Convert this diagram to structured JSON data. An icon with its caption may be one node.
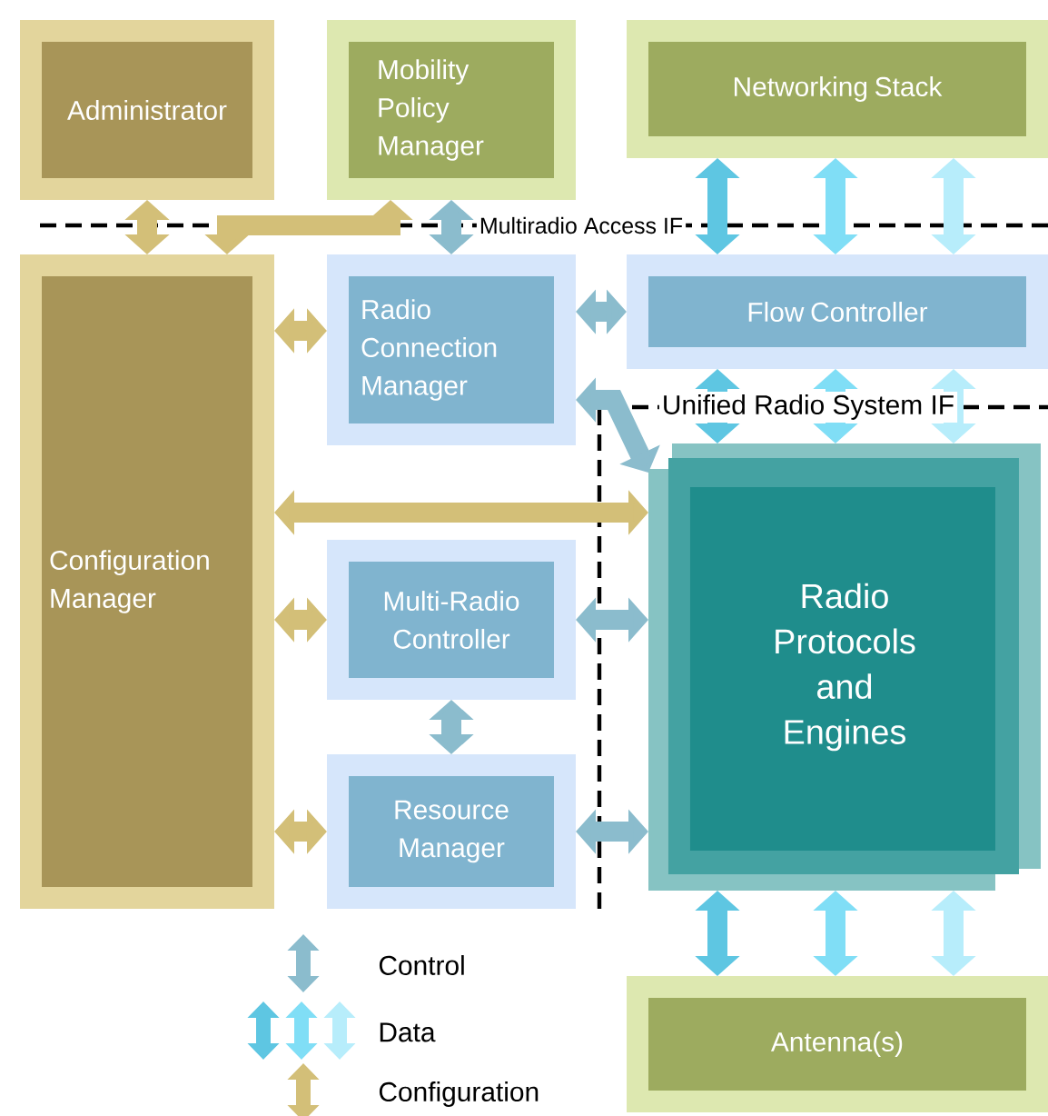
{
  "diagram": {
    "nodes": [
      {
        "text": [
          "Administrator"
        ]
      },
      {
        "text": [
          "Mobility Policy Manager"
        ]
      },
      {
        "text": [
          "Networking Stack"
        ]
      },
      {
        "text": [
          "Configuration Manager"
        ]
      },
      {
        "text": [
          "Radio Connection Manager"
        ]
      },
      {
        "text": [
          "Flow Controller"
        ]
      },
      {
        "text": [
          "Multi-Radio Controller"
        ]
      },
      {
        "text": [
          "Resource Manager"
        ]
      },
      {
        "text": [
          "Radio Protocols and Engines"
        ]
      },
      {
        "text": [
          "Antenna(s)"
        ]
      }
    ],
    "edges": [
      {
        "from": 0,
        "to": 3,
        "arrow": "both",
        "color": "#d3bf78"
      },
      {
        "from": 1,
        "to": 3,
        "arrow": "both",
        "color": "#d3bf78"
      },
      {
        "from": 1,
        "to": 4,
        "arrow": "both",
        "color": "#8bbccd"
      },
      {
        "from": 2,
        "to": 5,
        "arrow": "both",
        "color": "#5ec6e2"
      },
      {
        "from": 2,
        "to": 5,
        "arrow": "both",
        "color": "#80def6"
      },
      {
        "from": 2,
        "to": 5,
        "arrow": "both",
        "color": "#b7edfb"
      },
      {
        "from": 3,
        "to": 4,
        "arrow": "both",
        "color": "#d3bf78"
      },
      {
        "from": 4,
        "to": 5,
        "arrow": "both",
        "color": "#8bbccd"
      },
      {
        "from": 4,
        "to": 8,
        "arrow": "both",
        "color": "#8bbccd"
      },
      {
        "from": 5,
        "to": 8,
        "arrow": "both",
        "color": "#5ec6e2"
      },
      {
        "from": 5,
        "to": 8,
        "arrow": "both",
        "color": "#80def6"
      },
      {
        "from": 5,
        "to": 8,
        "arrow": "both",
        "color": "#b7edfb"
      },
      {
        "from": 3,
        "to": 8,
        "arrow": "both",
        "color": "#d3bf78"
      },
      {
        "from": 3,
        "to": 6,
        "arrow": "both",
        "color": "#d3bf78"
      },
      {
        "from": 6,
        "to": 8,
        "arrow": "both",
        "color": "#8bbccd"
      },
      {
        "from": 6,
        "to": 7,
        "arrow": "both",
        "color": "#8bbccd"
      },
      {
        "from": 3,
        "to": 7,
        "arrow": "both",
        "color": "#d3bf78"
      },
      {
        "from": 7,
        "to": 8,
        "arrow": "both",
        "color": "#8bbccd"
      },
      {
        "from": 8,
        "to": 9,
        "arrow": "both",
        "color": "#5ec6e2"
      },
      {
        "from": 8,
        "to": 9,
        "arrow": "both",
        "color": "#80def6"
      },
      {
        "from": 8,
        "to": 9,
        "arrow": "both",
        "color": "#b7edfb"
      }
    ],
    "labels": [
      "Multiradio Access IF",
      "Unified Radio System IF"
    ],
    "legend": [
      {
        "text": "Control"
      },
      {
        "text": "Data"
      },
      {
        "text": "Configuration"
      }
    ]
  }
}
